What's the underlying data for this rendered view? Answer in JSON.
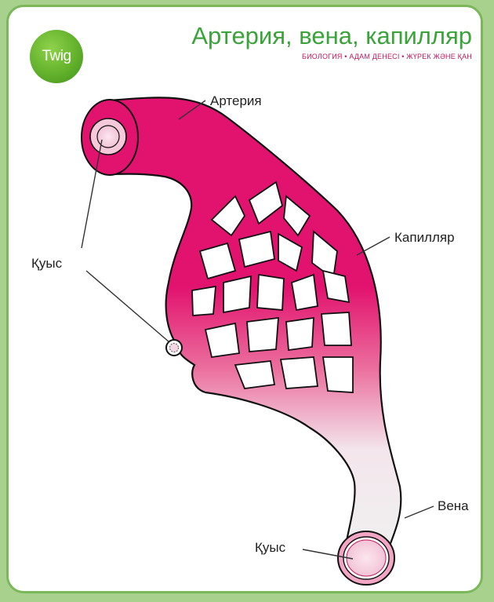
{
  "logo": {
    "text": "Twig"
  },
  "header": {
    "title": "Артерия, вена, капилляр",
    "subtitle": "БИОЛОГИЯ • АДАМ ДЕНЕСІ • ЖҮРЕК ЖӘНЕ ҚАН"
  },
  "labels": {
    "artery": "Артерия",
    "capillary": "Капилляр",
    "lumen_top": "Қуыс",
    "vein": "Вена",
    "lumen_bottom": "Қуыс"
  },
  "colors": {
    "background": "#a9d18e",
    "border": "#7bb85a",
    "title": "#3aa33a",
    "subtitle": "#c2185b",
    "artery": "#e2136e",
    "vein": "#f0f0f0",
    "logo": "#5fae2a"
  }
}
